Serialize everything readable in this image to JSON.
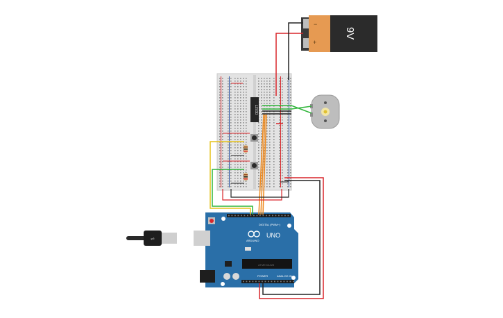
{
  "battery": {
    "voltage_label": "9V",
    "minus_symbol": "−",
    "plus_symbol": "+"
  },
  "arduino": {
    "brand_label": "ARDUINO",
    "model_label": "UNO",
    "digital_header_label": "DIGITAL (PWM~)",
    "power_header_label": "POWER",
    "analog_header_label": "ANALOG IN",
    "chip_label": "ATMEGA328"
  },
  "motor_driver_label": "L293D",
  "colors": {
    "wire_red": "#d9252a",
    "wire_black": "#222222",
    "wire_green": "#2fb53a",
    "wire_yellow": "#e6c21a",
    "wire_orange": "#ef8a1e",
    "board_blue": "#2a6fa8",
    "battery_orange": "#e69a52",
    "battery_black": "#2b2b2b"
  }
}
